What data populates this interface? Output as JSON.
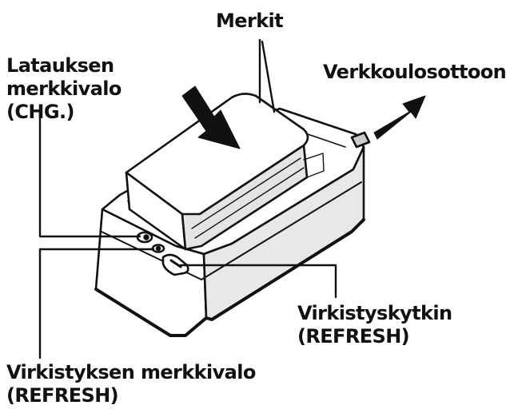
{
  "labels": {
    "marks": "Merkit",
    "mains": "Verkkoulosottoon",
    "charge_lamp": [
      "Latauksen",
      "merkkivalo",
      "(CHG.)"
    ],
    "refresh_switch": [
      "Virkistyskytkin",
      "(REFRESH)"
    ],
    "refresh_lamp": [
      "Virkistyksen merkkivalo",
      "(REFRESH)"
    ]
  },
  "colors": {
    "ink": "#111111",
    "paper": "#ffffff",
    "shade": "#e2e2e2"
  }
}
